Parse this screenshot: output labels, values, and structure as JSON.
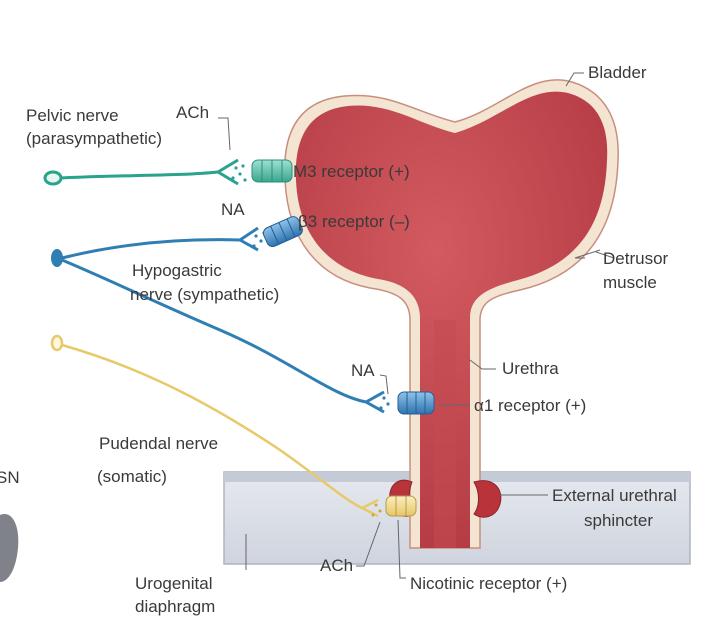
{
  "labels": {
    "bladder": "Bladder",
    "pelvic_nerve_line1": "Pelvic nerve",
    "pelvic_nerve_line2": "(parasympathetic)",
    "ach_top": "ACh",
    "m3_receptor": "M3 receptor (+)",
    "na_top": "NA",
    "beta3_receptor": "β3 receptor (–)",
    "hypogastric_line1": "Hypogastric",
    "hypogastric_line2": "nerve (sympathetic)",
    "detrusor_line1": "Detrusor",
    "detrusor_line2": "muscle",
    "urethra": "Urethra",
    "na_mid": "NA",
    "alpha1_receptor": "α1 receptor (+)",
    "pudendal_line1": "Pudendal nerve",
    "pudendal_line2": "(somatic)",
    "sn_fragment": "SN",
    "external_sphincter_line1": "External urethral",
    "external_sphincter_line2": "sphincter",
    "ach_bottom": "ACh",
    "urogenital_line1": "Urogenital",
    "urogenital_line2": "diaphragm",
    "nicotinic_receptor": "Nicotinic receptor (+)"
  },
  "colors": {
    "bladder_fill": "#c7474f",
    "bladder_rim": "#f2ddc8",
    "pelvic_nerve": "#2aa38c",
    "hypogastric_nerve": "#2f7fb3",
    "pudendal_nerve": "#e8c96a",
    "diaphragm": "#d9dde6",
    "sphincter": "#b8333a",
    "leader_line": "#666666"
  }
}
